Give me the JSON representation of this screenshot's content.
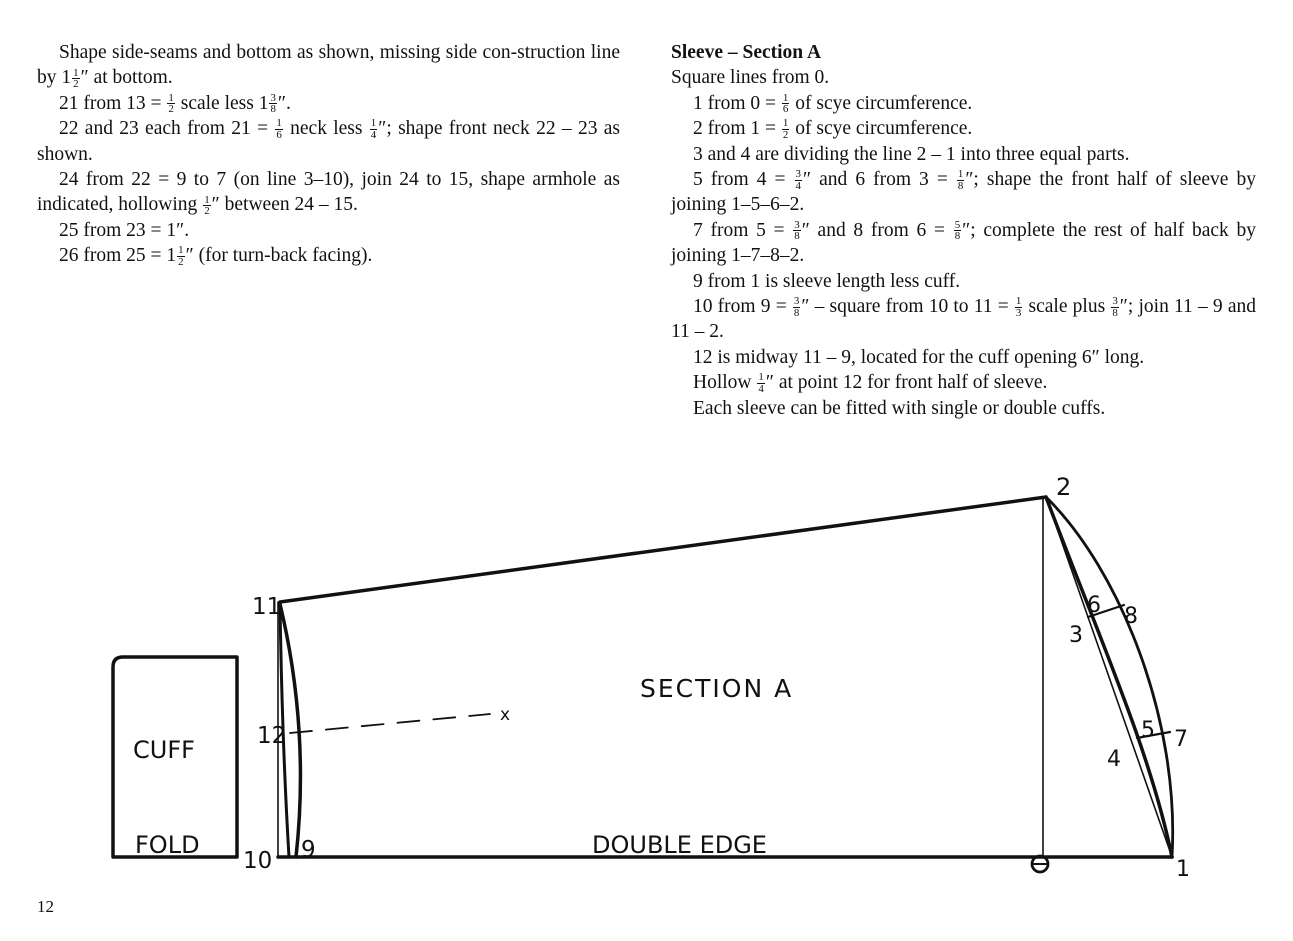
{
  "left_column": {
    "lines": [
      {
        "indent": true,
        "html": "Shape side-seams and bottom as shown, missing side con-struction line by 1<span class=\"frac\"><span>1</span><span>2</span></span>″ at bottom."
      },
      {
        "indent": true,
        "html": "21 from 13 = <span class=\"frac\"><span>1</span><span>2</span></span> scale less 1<span class=\"frac\"><span>3</span><span>8</span></span>″."
      },
      {
        "indent": true,
        "html": "22 and 23 each from 21 = <span class=\"frac\"><span>1</span><span>6</span></span> neck less <span class=\"frac\"><span>1</span><span>4</span></span>″; shape front neck 22 – 23 as shown."
      },
      {
        "indent": true,
        "html": "24 from 22 = 9 to 7 (on line 3–10), join 24 to 15, shape armhole as indicated, hollowing <span class=\"frac\"><span>1</span><span>2</span></span>″ between 24 – 15."
      },
      {
        "indent": true,
        "html": "25 from 23 = 1″."
      },
      {
        "indent": true,
        "html": "26 from 25 = 1<span class=\"frac\"><span>1</span><span>2</span></span>″ (for turn-back facing)."
      }
    ]
  },
  "right_column": {
    "heading": "Sleeve – Section A",
    "lines": [
      {
        "indent": false,
        "html": "Square lines from 0."
      },
      {
        "indent": true,
        "html": "1 from 0 = <span class=\"frac\"><span>1</span><span>6</span></span> of scye circumference."
      },
      {
        "indent": true,
        "html": "2 from 1 = <span class=\"frac\"><span>1</span><span>2</span></span> of scye circumference."
      },
      {
        "indent": true,
        "html": "3 and 4 are dividing the line 2 – 1 into three equal parts."
      },
      {
        "indent": true,
        "html": "5 from 4 = <span class=\"frac\"><span>3</span><span>4</span></span>″ and 6 from 3 = <span class=\"frac\"><span>1</span><span>8</span></span>″; shape the front half of sleeve by joining 1–5–6–2."
      },
      {
        "indent": true,
        "html": "7 from 5 = <span class=\"frac\"><span>3</span><span>8</span></span>″ and 8 from 6 = <span class=\"frac\"><span>5</span><span>8</span></span>″; complete the rest of half back by joining 1–7–8–2."
      },
      {
        "indent": true,
        "html": "9 from 1 is sleeve length less cuff."
      },
      {
        "indent": true,
        "html": "10 from 9 = <span class=\"frac\"><span>3</span><span>8</span></span>″ – square from 10 to 11 = <span class=\"frac\"><span>1</span><span>3</span></span> scale plus <span class=\"frac\"><span>3</span><span>8</span></span>″; join 11 – 9 and 11 – 2."
      },
      {
        "indent": true,
        "html": "12 is midway 11 – 9, located for the cuff opening 6″ long."
      },
      {
        "indent": true,
        "html": "Hollow <span class=\"frac\"><span>1</span><span>4</span></span>″ at point 12 for front half of sleeve."
      },
      {
        "indent": true,
        "html": "Each sleeve can be fitted with single or double cuffs."
      }
    ]
  },
  "diagram": {
    "section_label": "SECTION A",
    "bottom_label": "DOUBLE EDGE",
    "cuff_label": "CUFF",
    "fold_label": "FOLD",
    "point_labels": {
      "p1": "1",
      "p2": "2",
      "p3": "3",
      "p4": "4",
      "p5": "5",
      "p6": "6",
      "p7": "7",
      "p8": "8",
      "p9": "9",
      "p10": "10",
      "p11": "11",
      "p12": "12",
      "cuff_mark": "x"
    }
  },
  "footer": {
    "page_number": "12"
  }
}
